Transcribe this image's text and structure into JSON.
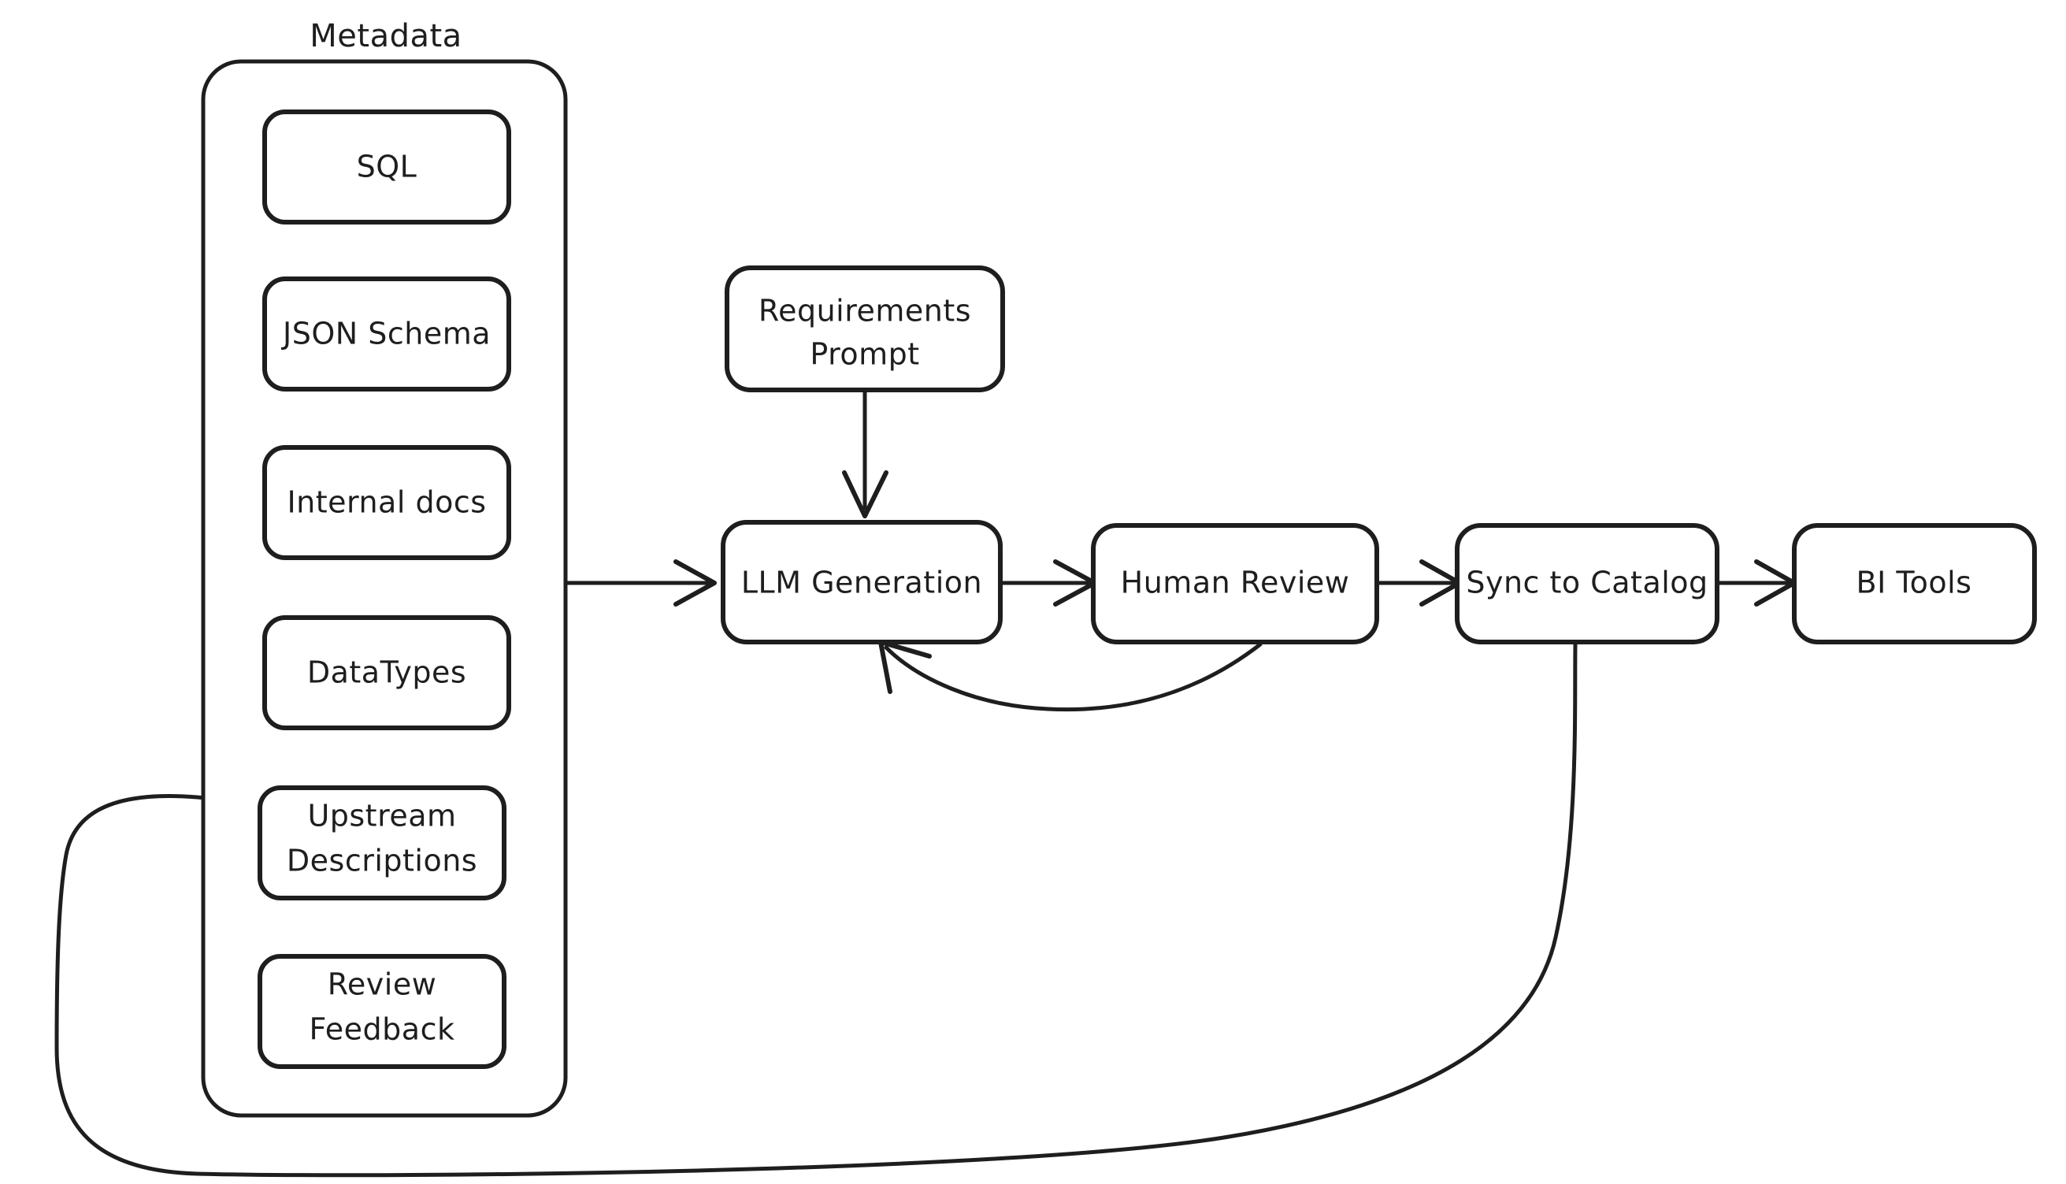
{
  "diagram": {
    "title": "Metadata to BI Tools description pipeline",
    "style": "hand-drawn",
    "background_color": "#ffffff",
    "stroke_color": "#1e1e1e"
  },
  "group": {
    "label": "Metadata",
    "items": [
      {
        "id": "sql",
        "label": "SQL"
      },
      {
        "id": "json-schema",
        "label": "JSON Schema"
      },
      {
        "id": "internal-docs",
        "label": "Internal docs"
      },
      {
        "id": "datatypes",
        "label": "DataTypes"
      },
      {
        "id": "upstream-descriptions",
        "label_line1": "Upstream",
        "label_line2": "Descriptions"
      },
      {
        "id": "review-feedback",
        "label_line1": "Review",
        "label_line2": "Feedback"
      }
    ]
  },
  "nodes": {
    "requirements_prompt": {
      "label_line1": "Requirements",
      "label_line2": "Prompt"
    },
    "llm_generation": {
      "label": "LLM Generation"
    },
    "human_review": {
      "label": "Human Review"
    },
    "sync_to_catalog": {
      "label": "Sync to Catalog"
    },
    "bi_tools": {
      "label": "BI Tools"
    }
  },
  "edges": [
    {
      "id": "metadata-to-llm",
      "from": "Metadata",
      "to": "LLM Generation",
      "arrow": true
    },
    {
      "id": "prompt-to-llm",
      "from": "Requirements Prompt",
      "to": "LLM Generation",
      "arrow": true
    },
    {
      "id": "llm-to-review",
      "from": "LLM Generation",
      "to": "Human Review",
      "arrow": true
    },
    {
      "id": "review-to-llm-loop",
      "from": "Human Review",
      "to": "LLM Generation",
      "arrow": true
    },
    {
      "id": "review-to-sync",
      "from": "Human Review",
      "to": "Sync to Catalog",
      "arrow": true
    },
    {
      "id": "sync-to-bi",
      "from": "Sync to Catalog",
      "to": "BI Tools",
      "arrow": true
    },
    {
      "id": "sync-to-upstream-loop",
      "from": "Sync to Catalog",
      "to": "Upstream Descriptions",
      "arrow": true
    }
  ]
}
